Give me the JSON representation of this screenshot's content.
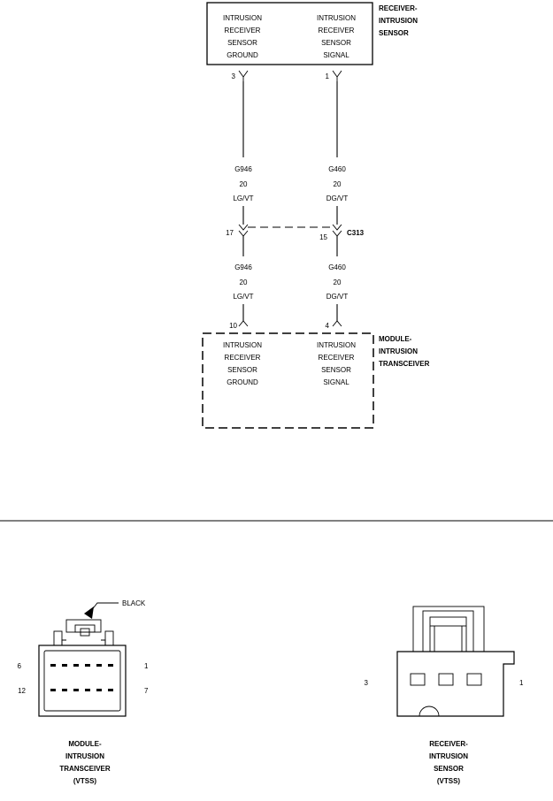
{
  "sensor_box": {
    "title": [
      "RECEIVER-",
      "INTRUSION",
      "SENSOR"
    ],
    "left_lines": [
      "INTRUSION",
      "RECEIVER",
      "SENSOR",
      "GROUND"
    ],
    "right_lines": [
      "INTRUSION",
      "RECEIVER",
      "SENSOR",
      "SIGNAL"
    ],
    "left_pin": "3",
    "right_pin": "1"
  },
  "wires_upper": {
    "left": [
      "G946",
      "20",
      "LG/VT"
    ],
    "right": [
      "G460",
      "20",
      "DG/VT"
    ]
  },
  "connector": {
    "name": "C313",
    "left_pin": "17",
    "right_pin": "15"
  },
  "wires_lower": {
    "left": [
      "G946",
      "20",
      "LG/VT"
    ],
    "right": [
      "G460",
      "20",
      "DG/VT"
    ]
  },
  "module_box": {
    "title": [
      "MODULE-",
      "INTRUSION",
      "TRANSCEIVER"
    ],
    "left_lines": [
      "INTRUSION",
      "RECEIVER",
      "SENSOR",
      "GROUND"
    ],
    "right_lines": [
      "INTRUSION",
      "RECEIVER",
      "SENSOR",
      "SIGNAL"
    ],
    "left_pin": "10",
    "right_pin": "4"
  },
  "connector_views": {
    "module": {
      "color_label": "BLACK",
      "pin_top_left": "6",
      "pin_top_right": "1",
      "pin_bottom_left": "12",
      "pin_bottom_right": "7",
      "caption": [
        "MODULE-",
        "INTRUSION",
        "TRANSCEIVER",
        "(VTSS)"
      ]
    },
    "sensor": {
      "pin_left": "3",
      "pin_right": "1",
      "caption": [
        "RECEIVER-",
        "INTRUSION",
        "SENSOR",
        "(VTSS)"
      ]
    }
  }
}
